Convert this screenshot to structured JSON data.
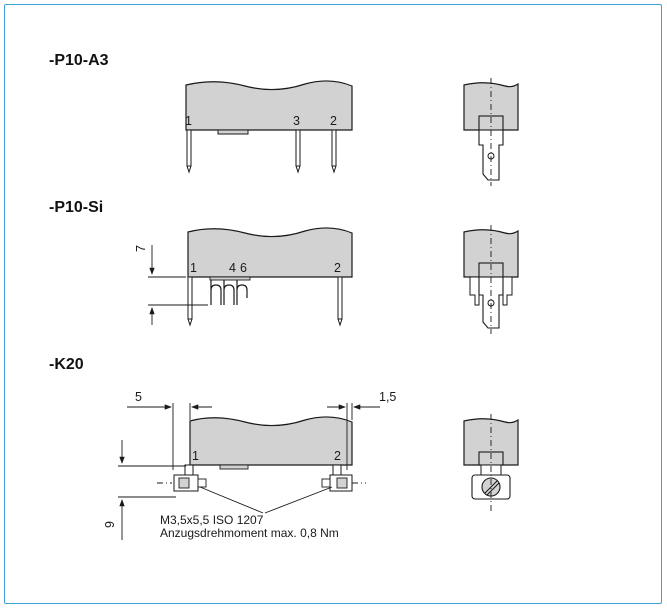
{
  "sections": [
    {
      "title": "-P10-A3",
      "pins": [
        "1",
        "3",
        "2"
      ]
    },
    {
      "title": "-P10-Si",
      "pins": [
        "1",
        "4",
        "6",
        "2"
      ],
      "dims": [
        "7"
      ]
    },
    {
      "title": "-K20",
      "pins": [
        "1",
        "2"
      ],
      "dims": [
        "5",
        "1,5",
        "9"
      ]
    }
  ],
  "note": {
    "line1": "M3,5x5,5 ISO 1207",
    "line2": "Anzugsdrehmoment max. 0,8 Nm"
  },
  "colors": {
    "border": "#3aa0d8",
    "fill": "#d2d2d2",
    "line": "#1a1a1a"
  }
}
